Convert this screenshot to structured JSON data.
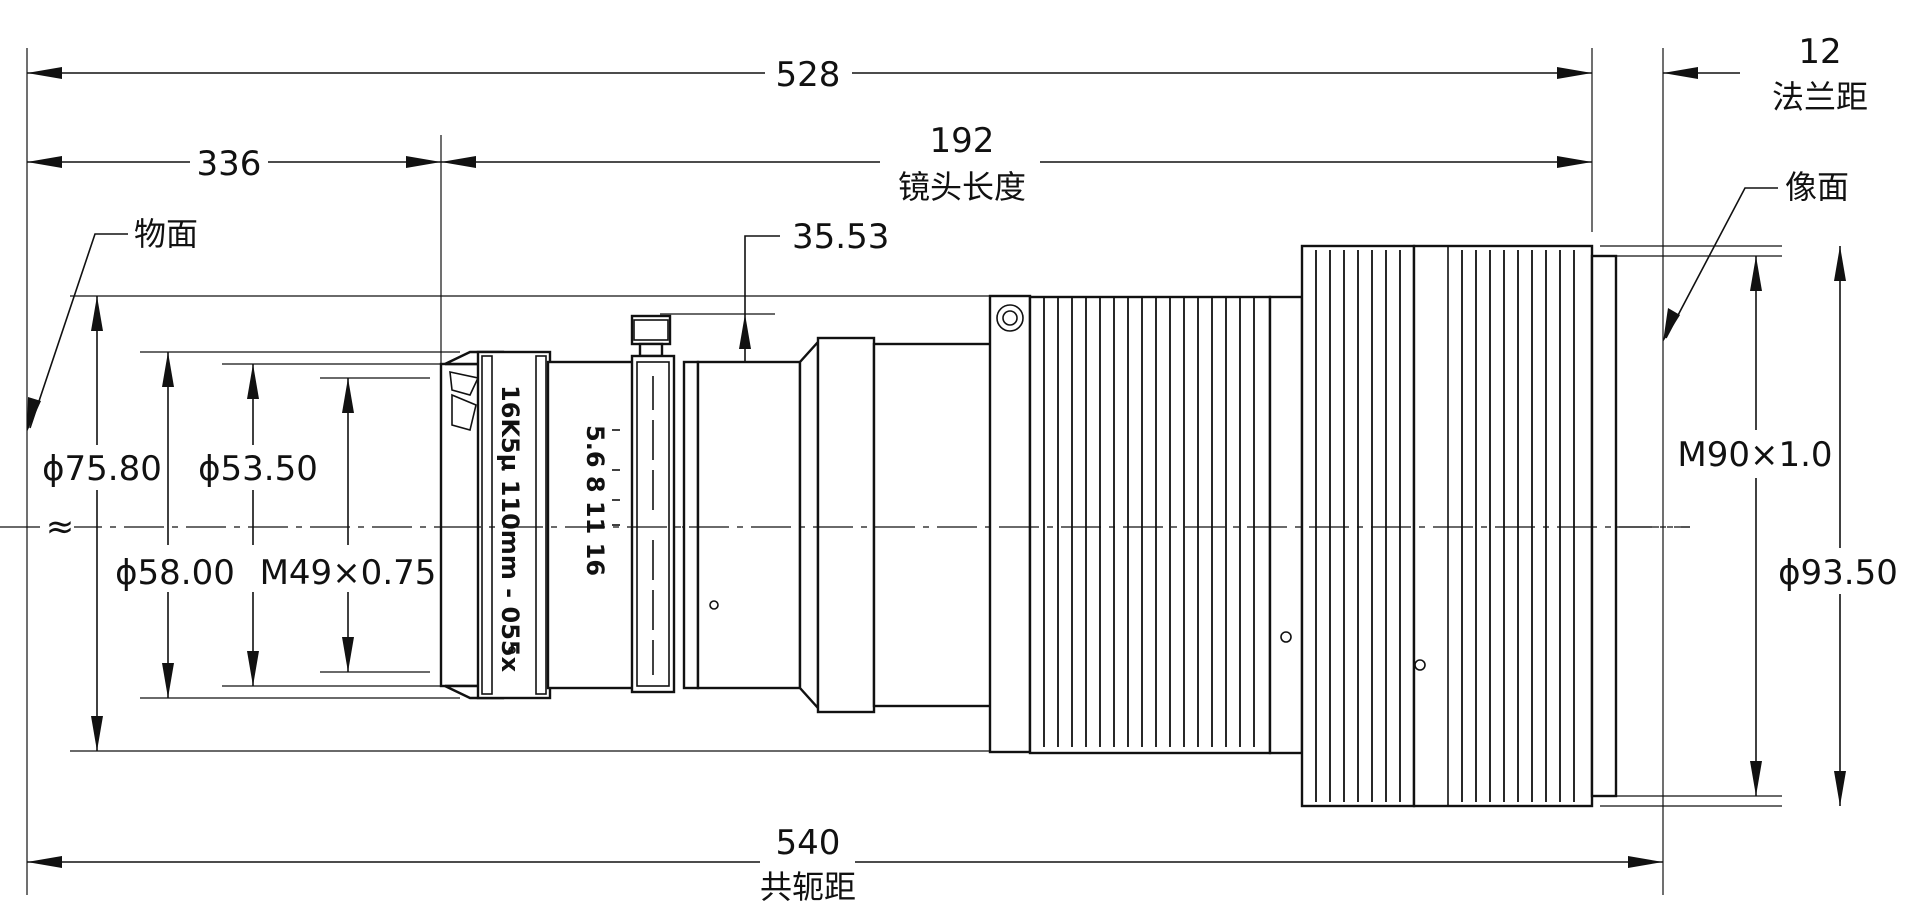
{
  "dimensions": {
    "total_528": "528",
    "flange_12": "12",
    "flange_label": "法兰距",
    "object_336": "336",
    "lens_192": "192",
    "lens_length_label": "镜头长度",
    "image_plane_label": "像面",
    "object_plane_label": "物面",
    "offset_35": "35.53",
    "dia_75": "ϕ75.80",
    "dia_53": "ϕ53.50",
    "dia_58": "ϕ58.00",
    "thread_m49": "M49×0.75",
    "thread_m90": "M90×1.0",
    "dia_93": "ϕ93.50",
    "conjugate_540": "540",
    "conjugate_label": "共轭距",
    "break_mark": "≈"
  },
  "engraving": {
    "model_line": "16K5μ 110mm - 055x",
    "aperture_scale": "5.6  8  11  16"
  },
  "colors": {
    "line": "#111111",
    "background": "#ffffff"
  }
}
